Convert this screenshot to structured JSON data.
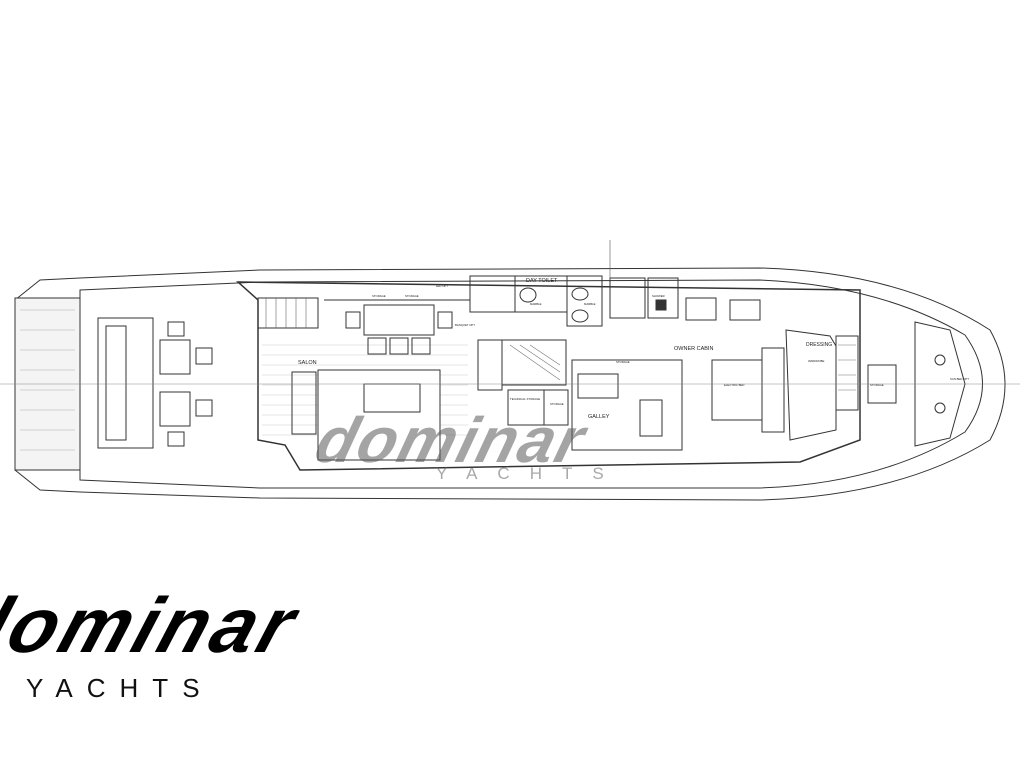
{
  "plan": {
    "rooms": {
      "salon": "SALON",
      "day_toilet": "DAY TOILET",
      "galley": "GALLEY",
      "owner_cabin": "OWNER CABIN",
      "dressing": "DRESSING"
    },
    "small_labels": {
      "storage_1": "STORAGE",
      "storage_2": "STORAGE",
      "storage_3": "STORAGE",
      "storage_4": "STORAGE",
      "storage_fwd": "STORAGE",
      "technical": "TECHNICAL STORAGE",
      "shower": "SHOWER",
      "marble_1": "MARBLE",
      "marble_2": "MARBLE",
      "lee_opt": "LED OPT",
      "banquet_opt": "BANQUET OPT",
      "wardrobe": "WARDROBE",
      "sun_bed_opt": "SUN BED OPT",
      "electric_bed": "ELECTRIC BED"
    }
  },
  "watermark": {
    "brand": "dominar",
    "sub": "YACHTS"
  },
  "logo": {
    "brand": "dominar",
    "sub": "YACHTS"
  }
}
